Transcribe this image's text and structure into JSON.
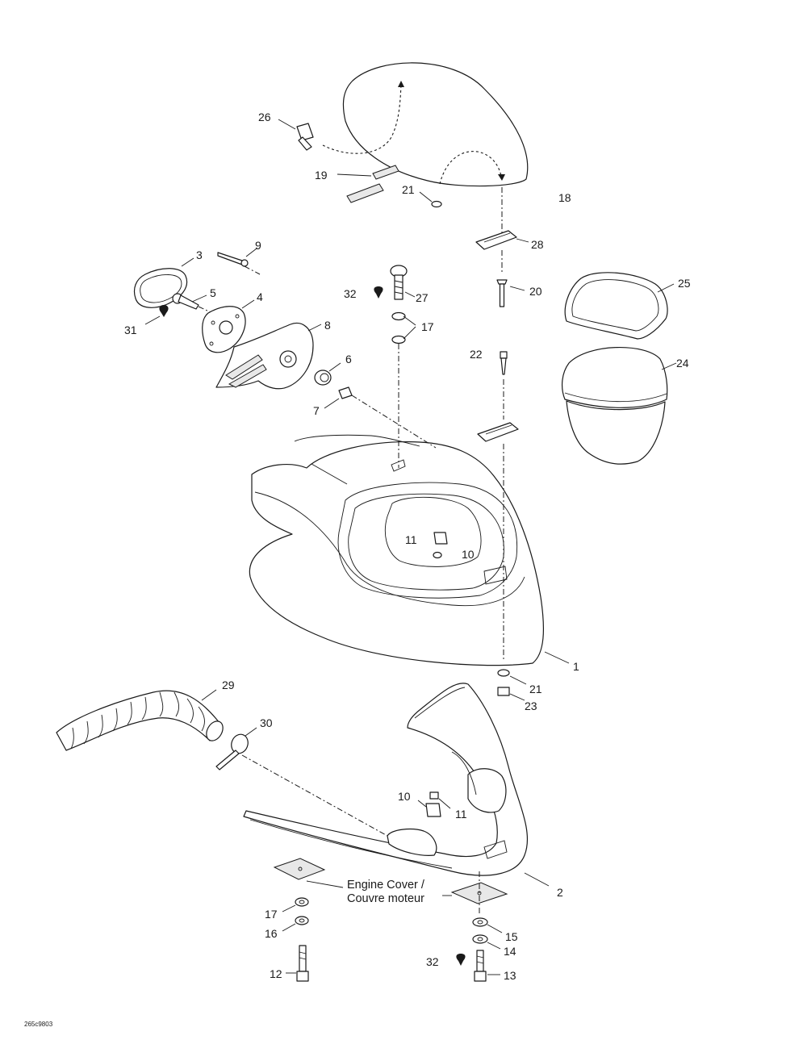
{
  "callouts": {
    "p1": "1",
    "p2": "2",
    "p3": "3",
    "p4": "4",
    "p5": "5",
    "p6": "6",
    "p7": "7",
    "p8": "8",
    "p9": "9",
    "p10a": "10",
    "p10b": "10",
    "p11a": "11",
    "p11b": "11",
    "p12": "12",
    "p13": "13",
    "p14": "14",
    "p15": "15",
    "p16": "16",
    "p17a": "17",
    "p17b": "17",
    "p18": "18",
    "p19": "19",
    "p20": "20",
    "p21a": "21",
    "p21b": "21",
    "p22": "22",
    "p23": "23",
    "p24": "24",
    "p25": "25",
    "p26": "26",
    "p27": "27",
    "p28": "28",
    "p29": "29",
    "p30": "30",
    "p31": "31",
    "p32a": "32",
    "p32b": "32"
  },
  "engine_cover": {
    "line1": "Engine Cover /",
    "line2": "Couvre moteur"
  },
  "drawing_code": "265c9803"
}
